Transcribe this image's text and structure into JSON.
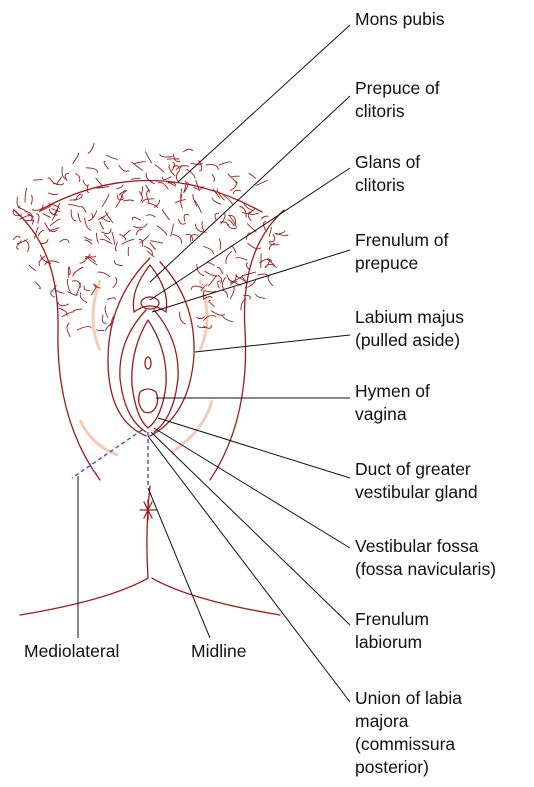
{
  "diagram": {
    "colors": {
      "outline": "#9b1b1b",
      "shading": "#f3c7b3",
      "leader": "#111111",
      "incision": "#4a4ad0",
      "text": "#111111"
    },
    "labels": {
      "mons_pubis": "Mons pubis",
      "prepuce_of_clitoris": "Prepuce of\nclitoris",
      "glans_of_clitoris": "Glans of\nclitoris",
      "frenulum_of_prepuce": "Frenulum of\nprepuce",
      "labium_majus": "Labium majus\n(pulled aside)",
      "hymen_of_vagina": "Hymen of\nvagina",
      "duct_of_greater_vestibular_gland": "Duct of greater\nvestibular gland",
      "vestibular_fossa": "Vestibular fossa\n(fossa navicularis)",
      "frenulum_labiorum": "Frenulum\nlabiorum",
      "union_of_labia_majora": "Union of labia\nmajora\n(commissura\nposterior)",
      "mediolateral": "Mediolateral",
      "midline": "Midline"
    }
  }
}
